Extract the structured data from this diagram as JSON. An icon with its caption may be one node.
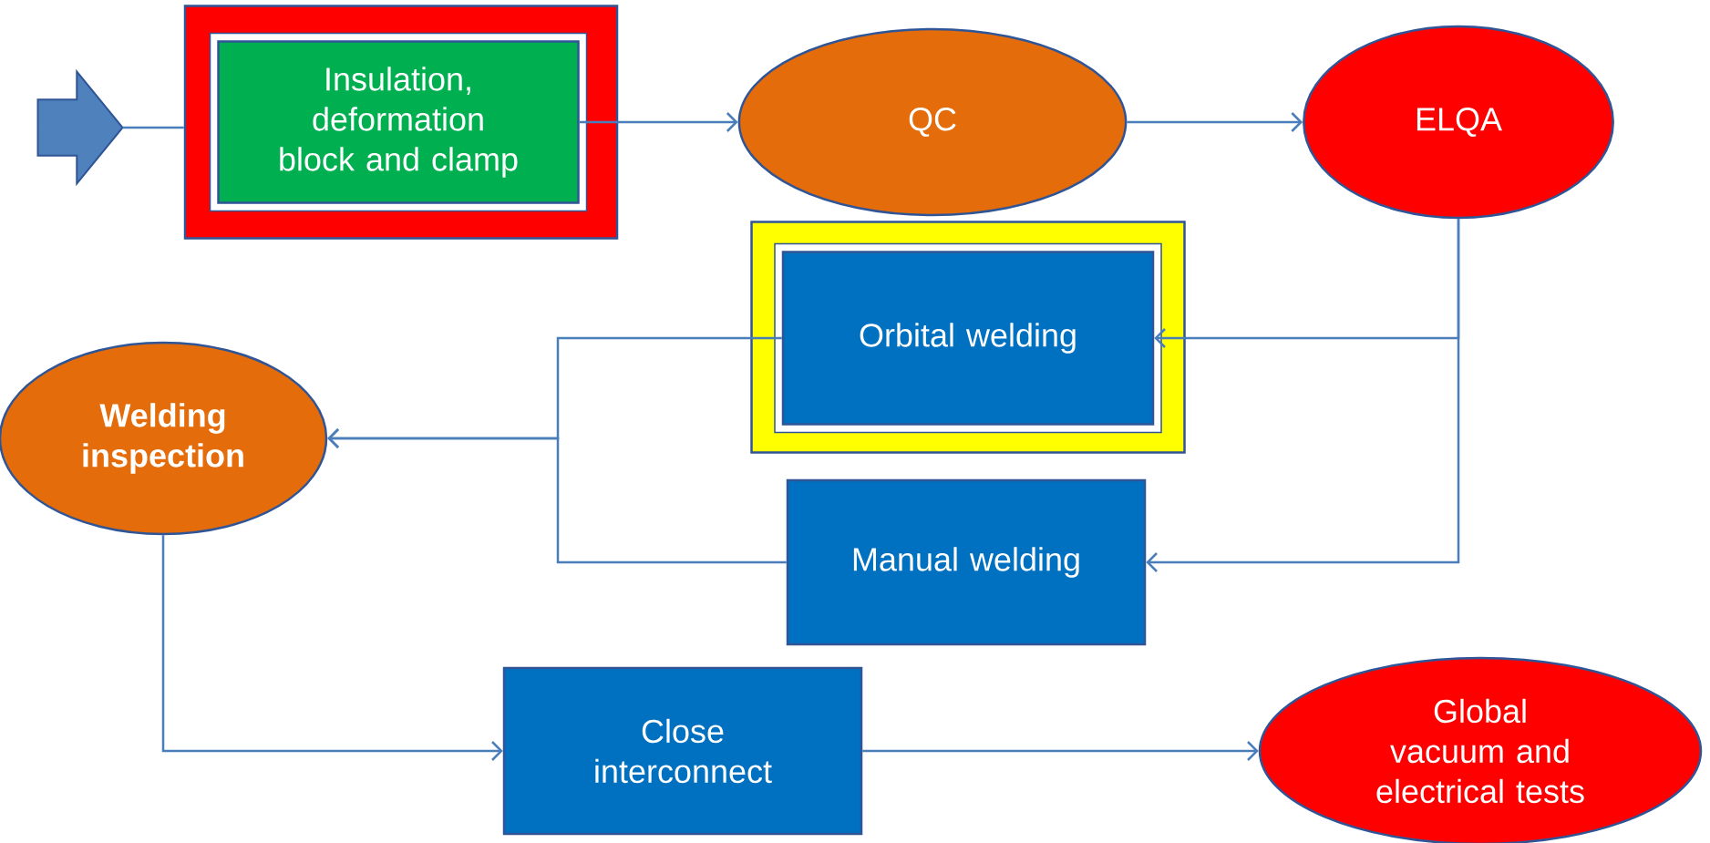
{
  "diagram": {
    "nodes": [
      {
        "text": [],
        "shape": "arrow"
      },
      {
        "text": [],
        "shape": "box"
      },
      {
        "text": [
          "Insulation, deformation block and clamp"
        ],
        "in": 1
      },
      {
        "text": [
          "QC"
        ]
      },
      {
        "text": [
          "ELQA"
        ]
      },
      {
        "text": [],
        "shape": "box"
      },
      {
        "text": [
          "Orbital welding"
        ],
        "in": 5
      },
      {
        "text": [
          "Welding inspection"
        ]
      },
      {
        "text": [
          "Manual welding"
        ]
      },
      {
        "text": [
          "Close interconnect"
        ]
      },
      {
        "text": [
          "Global vacuum and electrical tests"
        ]
      }
    ],
    "edges": [
      {
        "from": 0,
        "to": 1,
        "arrow": "none"
      },
      {
        "from": 2,
        "to": 3,
        "arrow": "to"
      },
      {
        "from": 3,
        "to": 4,
        "arrow": "to"
      },
      {
        "from": 4,
        "to": 6,
        "arrow": "to"
      },
      {
        "from": 4,
        "to": 8,
        "arrow": "to"
      },
      {
        "from": 6,
        "to": 7,
        "arrow": "to"
      },
      {
        "from": 8,
        "to": 7,
        "arrow": "to"
      },
      {
        "from": 7,
        "to": 9,
        "arrow": "to"
      },
      {
        "from": 9,
        "to": 10,
        "arrow": "to"
      }
    ]
  }
}
